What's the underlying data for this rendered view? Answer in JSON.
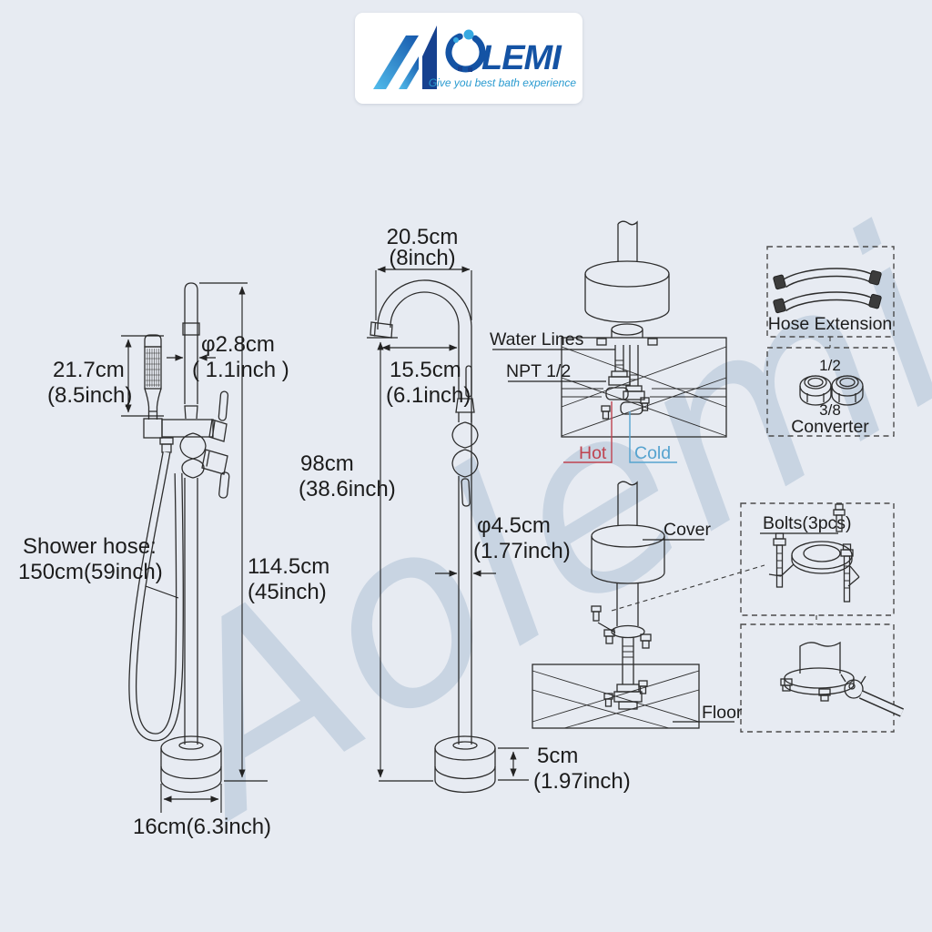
{
  "logo": {
    "brand": "AOLEMI",
    "letters": "LEMI",
    "tagline": "Give you best bath experience"
  },
  "watermark": {
    "text": "Aolemi"
  },
  "left_faucet": {
    "handshower_height_cm": "21.7cm",
    "handshower_height_inch": "(8.5inch)",
    "pipe_diameter_cm": "φ2.8cm",
    "pipe_diameter_inch": "( 1.1inch )",
    "shower_hose_line1": "Shower hose:",
    "shower_hose_line2": "150cm(59inch)",
    "total_height_cm": "114.5cm",
    "total_height_inch": "(45inch)",
    "base_diameter": "16cm(6.3inch)"
  },
  "middle_faucet": {
    "top_width_cm": "20.5cm",
    "top_width_inch": "(8inch)",
    "spout_reach_cm": "15.5cm",
    "spout_reach_inch": "(6.1inch)",
    "height_cm": "98cm",
    "height_inch": "(38.6inch)",
    "pipe_diameter_cm": "φ4.5cm",
    "pipe_diameter_inch": "(1.77inch)",
    "base_height_cm": "5cm",
    "base_height_inch": "(1.97inch)"
  },
  "install_top": {
    "water_lines": "Water Lines",
    "npt": "NPT 1/2",
    "hot": "Hot",
    "cold": "Cold"
  },
  "install_bottom": {
    "cover": "Cover",
    "floor": "Floor"
  },
  "parts": {
    "hose_extension": "Hose Extension",
    "converter_size_top": "1/2",
    "converter_size_bottom": "3/8",
    "converter": "Converter",
    "bolts": "Bolts(3pcs)"
  },
  "colors": {
    "page_bg": "#e7ebf2",
    "line": "#2d2d2d",
    "hot": "#bf4350",
    "cold": "#56a3cf",
    "logo_blue": "#1453a4",
    "logo_light_blue": "#36a9e1",
    "tagline_blue": "#2a9bd0",
    "watermark": "#c8d4e2"
  }
}
